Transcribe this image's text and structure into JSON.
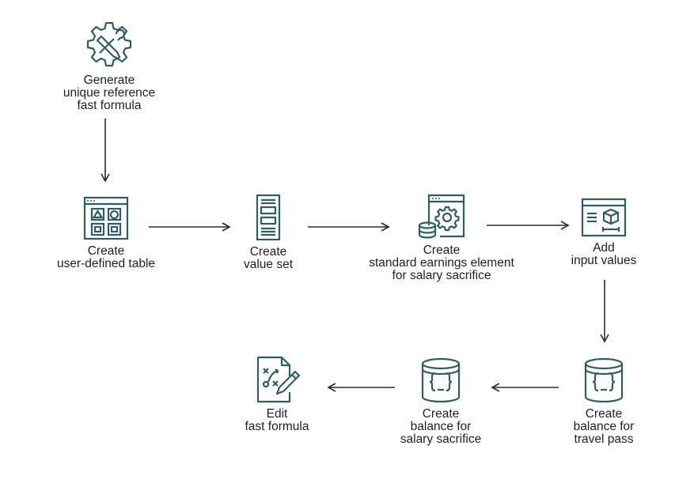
{
  "colors": {
    "icon": "#2e5d66",
    "arrow": "#2b2b2b",
    "text": "#1f1f1f"
  },
  "nodes": {
    "generate_formula": {
      "icon": "gear-wrench-icon",
      "label": "Generate\nunique reference\nfast formula"
    },
    "user_defined_table": {
      "icon": "table-grid-icon",
      "label": "Create\nuser-defined table"
    },
    "value_set": {
      "icon": "server-rack-icon",
      "label": "Create\nvalue set"
    },
    "earnings_element": {
      "icon": "gear-database-window-icon",
      "label": "Create\nstandard earnings element\nfor salary sacrifice"
    },
    "input_values": {
      "icon": "input-values-icon",
      "label": "Add\ninput values"
    },
    "balance_travel": {
      "icon": "database-braces-icon",
      "label": "Create\nbalance for\ntravel pass"
    },
    "balance_salary": {
      "icon": "database-braces-icon",
      "label": "Create\nbalance for\nsalary sacrifice"
    },
    "edit_formula": {
      "icon": "formula-document-icon",
      "label": "Edit\nfast formula"
    }
  }
}
